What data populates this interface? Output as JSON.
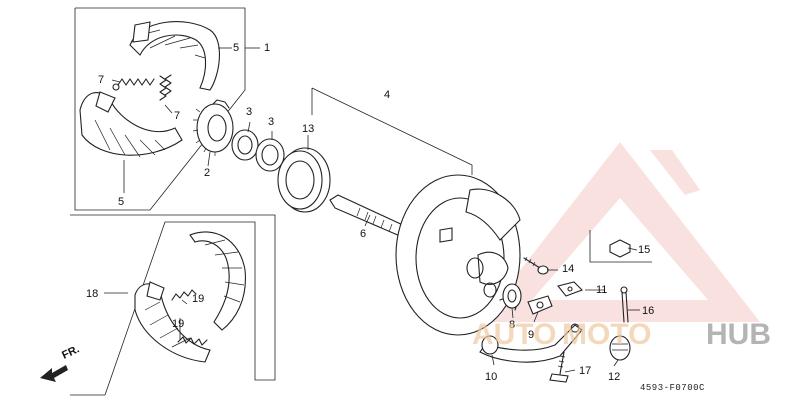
{
  "callouts": {
    "c1": "1",
    "c2": "2",
    "c3a": "3",
    "c3b": "3",
    "c4": "4",
    "c5a": "5",
    "c5b": "5",
    "c6": "6",
    "c7a": "7",
    "c7b": "7",
    "c8": "8",
    "c9": "9",
    "c10": "10",
    "c11": "11",
    "c12": "12",
    "c13": "13",
    "c14": "14",
    "c15": "15",
    "c16": "16",
    "c17": "17",
    "c18": "18",
    "c19a": "19",
    "c19b": "19"
  },
  "front_marker": "FR.",
  "drawing_code": "4593-F0700C",
  "watermark": {
    "auto": "AUTO",
    "moto": "MOTO",
    "hub": "HUB",
    "accent": "#e8473a"
  }
}
